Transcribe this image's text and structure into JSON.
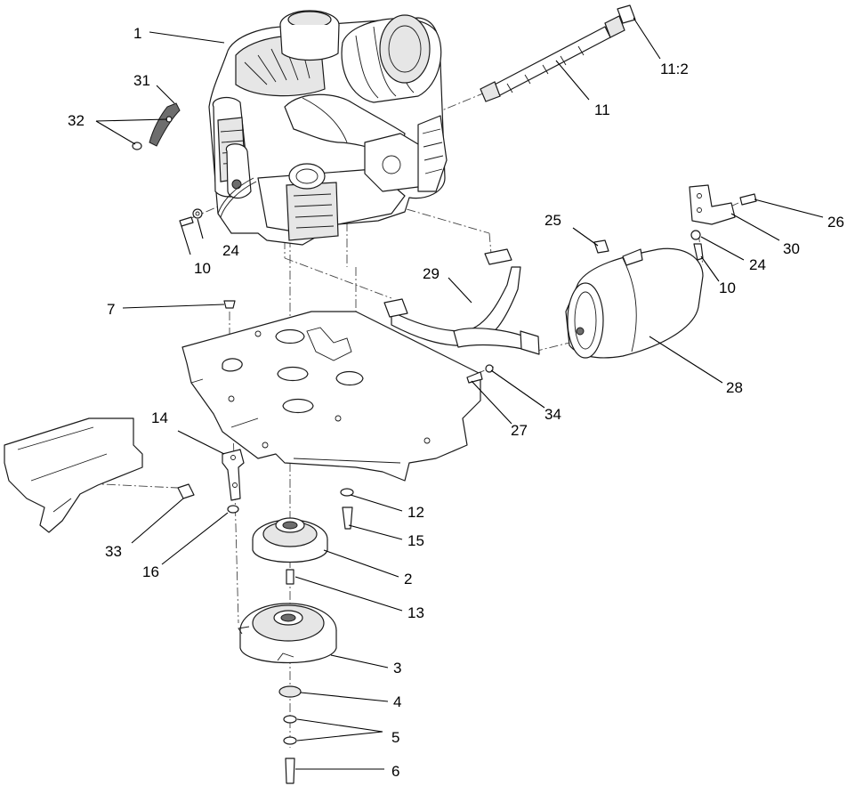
{
  "diagram": {
    "callouts": {
      "c1": "1",
      "c2": "2",
      "c3": "3",
      "c4": "4",
      "c5": "5",
      "c6": "6",
      "c7": "7",
      "c10a": "10",
      "c10b": "10",
      "c11": "11",
      "c11_2": "11:2",
      "c12": "12",
      "c13": "13",
      "c14": "14",
      "c15": "15",
      "c16": "16",
      "c24a": "24",
      "c24b": "24",
      "c25": "25",
      "c26": "26",
      "c27": "27",
      "c28": "28",
      "c29": "29",
      "c30": "30",
      "c31": "31",
      "c32": "32",
      "c33": "33",
      "c34": "34"
    }
  }
}
